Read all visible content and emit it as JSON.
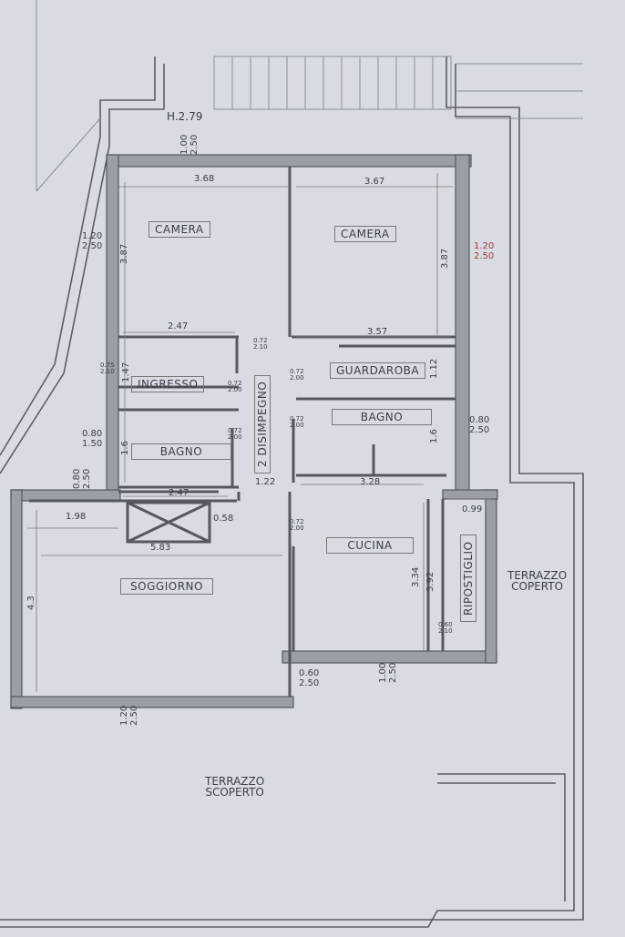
{
  "height_note": "H.2.79",
  "rooms": {
    "camera_left": "CAMERA",
    "camera_right": "CAMERA",
    "ingresso": "INGRESSO",
    "guardaroba": "GUARDAROBA",
    "bagno_left": "BAGNO",
    "bagno_right": "BAGNO",
    "disimpegno": "2 DISIMPEGNO",
    "cucina": "CUCINA",
    "ripostiglio": "RIPOSTIGLIO",
    "soggiorno": "SOGGIORNO",
    "terrazzo_coperto": "TERRAZZO\nCOPERTO",
    "terrazzo_scoperto": "TERRAZZO\nSCOPERTO"
  },
  "dims": {
    "d368": "3.68",
    "d367": "3.67",
    "d387a": "3.87",
    "d387b": "3.87",
    "d247a": "2.47",
    "d357": "3.57",
    "d147": "1.47",
    "d112": "1.12",
    "d16a": "1.6",
    "d16b": "1.6",
    "d122": "1.22",
    "d328": "3.28",
    "d099": "0.99",
    "d247b": "2.47",
    "d198": "1.98",
    "d058": "0.58",
    "d583": "5.83",
    "d43": "4.3",
    "d334": "3.34",
    "d392": "3.92"
  },
  "openings": {
    "top": "1.00\n2.50",
    "cam_l": "1.20\n2.50",
    "cam_r": "1.20\n2.50",
    "bagno_r": "0.80\n2.50",
    "bagno_l": "0.80\n1.50",
    "sogg_top": "0.80\n2.50",
    "sogg_bot": "1.20\n2.50",
    "cucina_bot": "0.60\n2.50",
    "cucina_win": "1.00\n2.50",
    "door1": "0.72\n2.10",
    "door2": "0.72\n2.00",
    "door3": "0.72\n2.00",
    "door4": "0.72\n2.00",
    "door5": "0.72\n2.00",
    "door6": "0.72\n2.00",
    "door_in": "0.75\n2.10",
    "door_rip": "0.60\n2.10"
  },
  "colors": {
    "paper": "#d8dce2",
    "wall": "#55585e"
  }
}
